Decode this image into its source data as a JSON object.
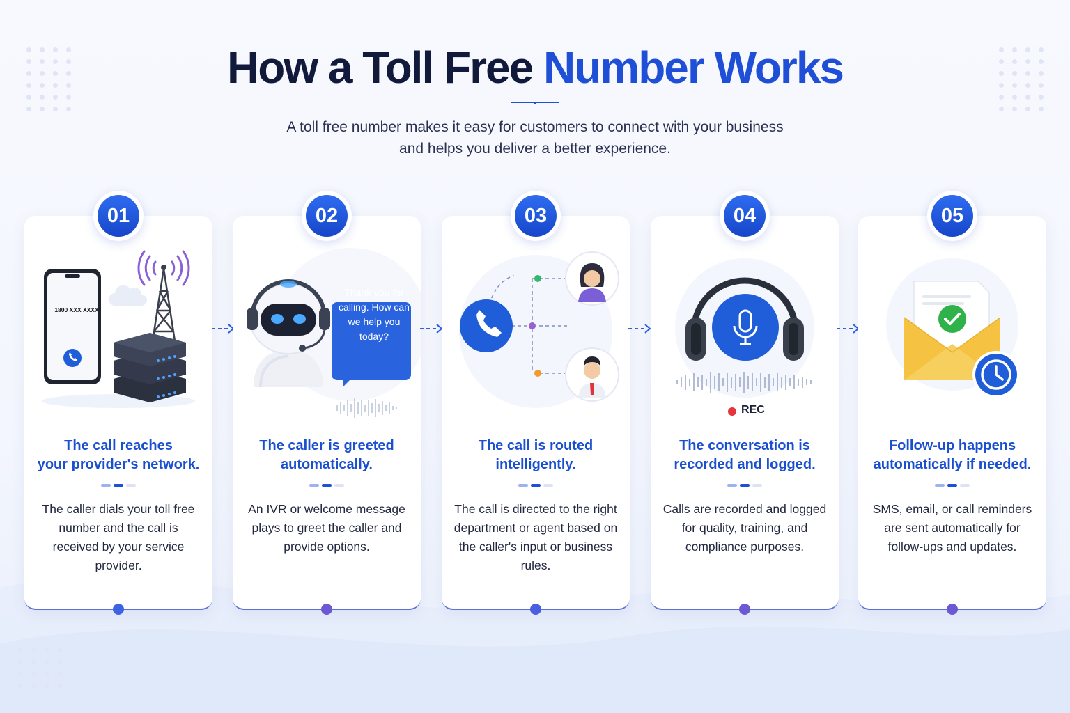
{
  "header": {
    "title_main": "How a Toll Free ",
    "title_accent": "Number Works",
    "subtitle_line1": "A toll free number makes it easy for customers to connect with your business",
    "subtitle_line2": "and helps you deliver a better experience."
  },
  "colors": {
    "brand_blue": "#1f4fd6",
    "title_dark": "#121a3c",
    "purple_accent": "#7b5fd6",
    "rec_red": "#e5343a",
    "check_green": "#2fb24a",
    "envelope_yellow": "#f5c242"
  },
  "steps": [
    {
      "number": "01",
      "icon": "phone-tower-server-icon",
      "title_line1": "The call reaches",
      "title_line2": "your provider's network.",
      "description": "The caller dials your toll free number and the call is received by your service provider.",
      "phone_number": "1800 XXX XXXX"
    },
    {
      "number": "02",
      "icon": "robot-assistant-icon",
      "title_line1": "The caller is greeted",
      "title_line2": "automatically.",
      "description": "An IVR or welcome message plays to greet the caller and provide options.",
      "bubble_text": "Thank you for calling. How can we help you today?"
    },
    {
      "number": "03",
      "icon": "call-routing-icon",
      "title_line1": "The call is routed",
      "title_line2": "intelligently.",
      "description": "The call is directed to the right department or agent based on the caller's input or business rules."
    },
    {
      "number": "04",
      "icon": "headphones-microphone-icon",
      "title_line1": "The conversation is",
      "title_line2": "recorded and logged.",
      "description": "Calls are recorded and logged for quality, training, and compliance purposes.",
      "rec_label": "REC"
    },
    {
      "number": "05",
      "icon": "envelope-check-clock-icon",
      "title_line1": "Follow-up happens",
      "title_line2": "automatically if needed.",
      "description": "SMS, email, or call reminders are sent automatically for follow-ups and updates."
    }
  ]
}
